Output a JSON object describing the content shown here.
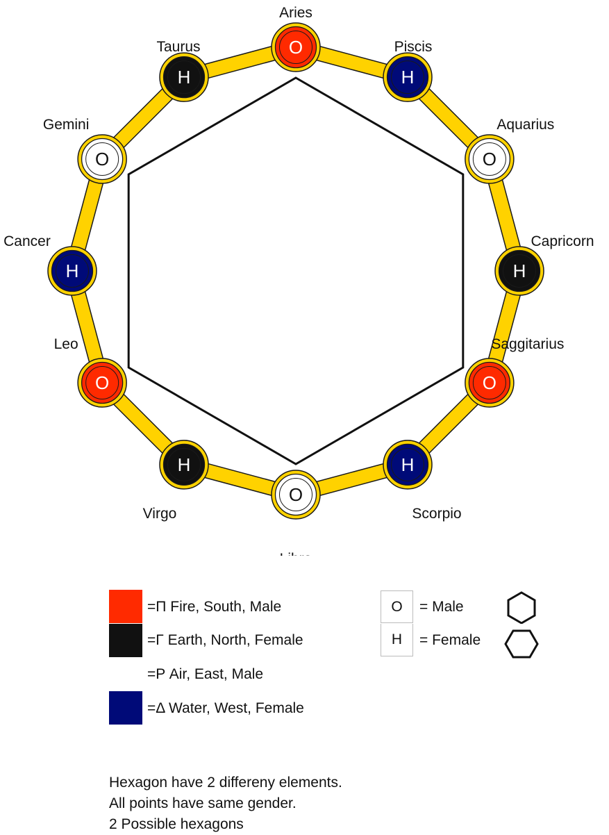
{
  "colors": {
    "fire": "#ff2a00",
    "earth": "#111111",
    "air": "#ffffff",
    "water": "#000a78",
    "ring": "#ffd200"
  },
  "signs": [
    {
      "name": "Aries",
      "letter": "O",
      "element": "fire"
    },
    {
      "name": "Piscis",
      "letter": "H",
      "element": "water"
    },
    {
      "name": "Aquarius",
      "letter": "O",
      "element": "air"
    },
    {
      "name": "Capricorn",
      "letter": "H",
      "element": "earth"
    },
    {
      "name": "Saggitarius",
      "letter": "O",
      "element": "fire"
    },
    {
      "name": "Scorpio",
      "letter": "H",
      "element": "water"
    },
    {
      "name": "Libra",
      "letter": "O",
      "element": "air"
    },
    {
      "name": "Virgo",
      "letter": "H",
      "element": "earth"
    },
    {
      "name": "Leo",
      "letter": "O",
      "element": "fire"
    },
    {
      "name": "Cancer",
      "letter": "H",
      "element": "water"
    },
    {
      "name": "Gemini",
      "letter": "O",
      "element": "air"
    },
    {
      "name": "Taurus",
      "letter": "H",
      "element": "earth"
    }
  ],
  "legend": {
    "elements": [
      {
        "key": "fire",
        "text": "=Π Fire, South, Male"
      },
      {
        "key": "earth",
        "text": "=Γ Earth, North, Female"
      },
      {
        "key": "air",
        "text": "=Ρ Air, East, Male"
      },
      {
        "key": "water",
        "text": "=Δ Water, West, Female"
      }
    ],
    "genders": [
      {
        "symbol": "O",
        "text": "= Male"
      },
      {
        "symbol": "H",
        "text": "= Female"
      }
    ]
  },
  "notes": [
    "Hexagon have 2 differeny elements.",
    "All points have same gender.",
    "2 Possible hexagons"
  ]
}
